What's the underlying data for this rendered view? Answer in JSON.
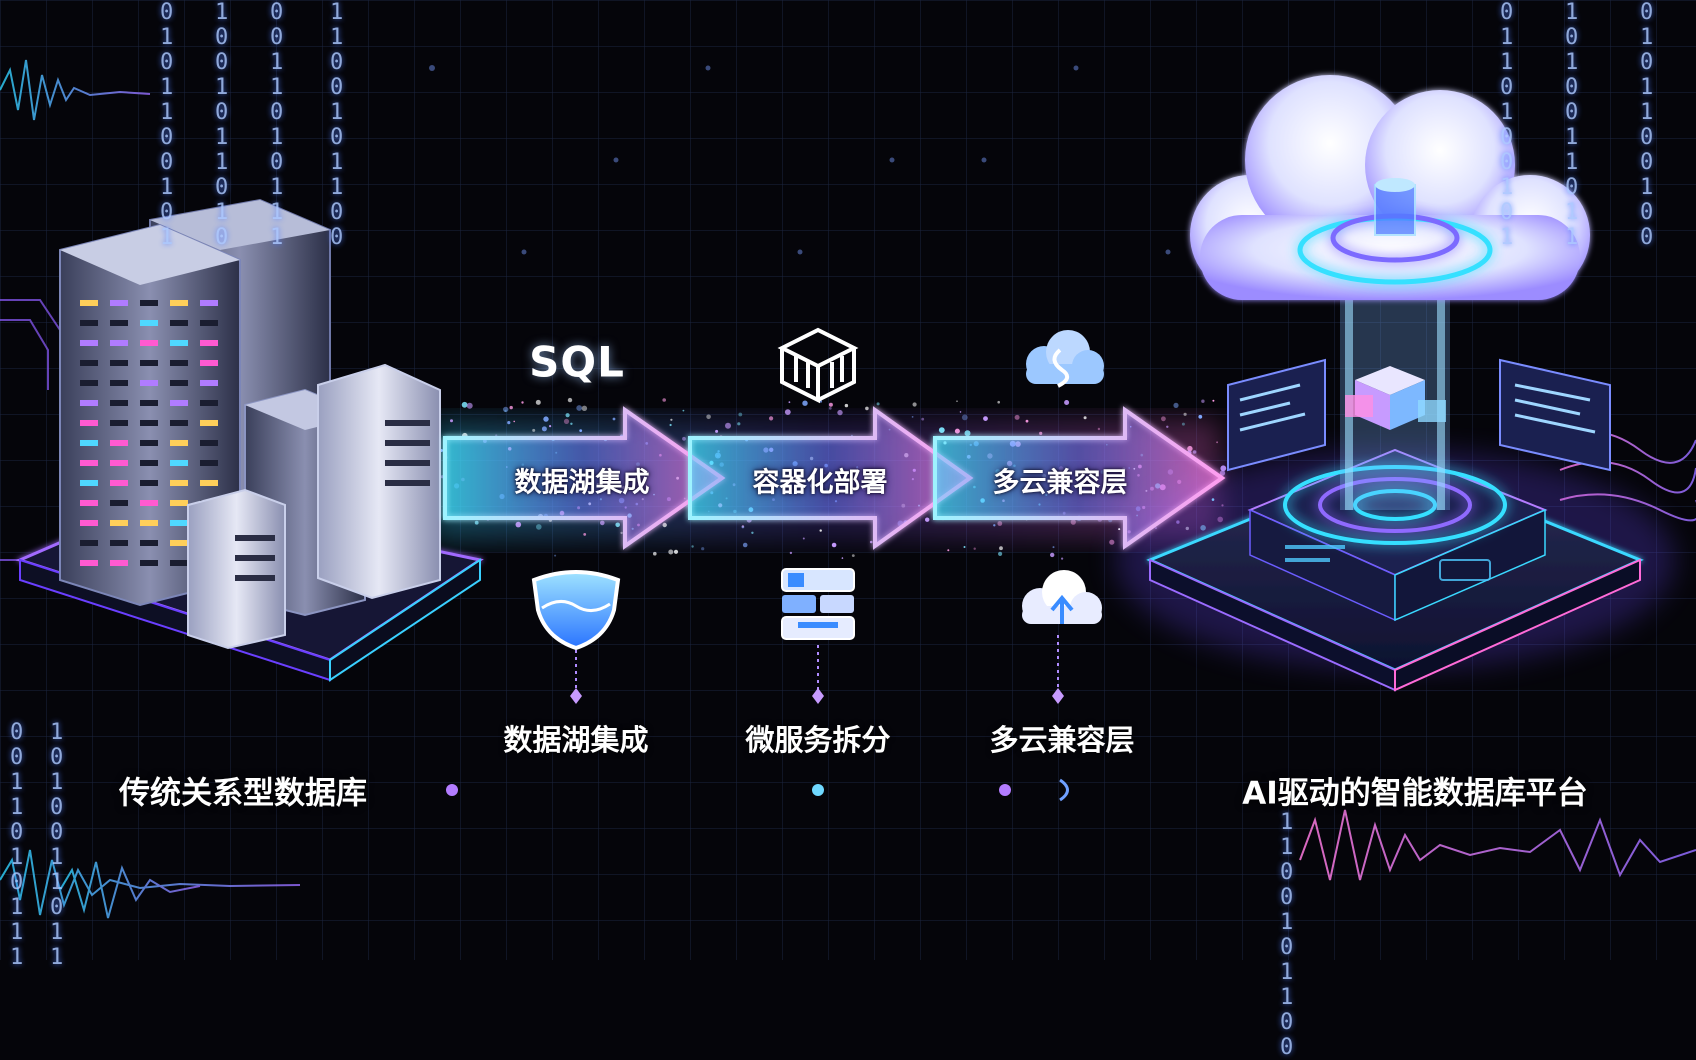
{
  "source_label": "传统关系型数据库",
  "target_label": "AI驱动的智能数据库平台",
  "top_text": "SQL",
  "arrows": [
    {
      "label": "数据湖集成"
    },
    {
      "label": "容器化部署"
    },
    {
      "label": "多云兼容层"
    }
  ],
  "top_icons": [
    "sql-text",
    "cube-icon",
    "cloud-sync-icon"
  ],
  "bottom_stages": [
    {
      "label": "数据湖集成",
      "icon": "data-lake-shield-icon"
    },
    {
      "label": "微服务拆分",
      "icon": "microservices-blocks-icon"
    },
    {
      "label": "多云兼容层",
      "icon": "cloud-upload-icon"
    }
  ],
  "colors": {
    "background": "#05050a",
    "grid": "#1c2540",
    "cyan": "#35e0ff",
    "blue": "#3b7bff",
    "purple": "#a86bff",
    "pink": "#ff6bd8",
    "text": "#ffffff"
  },
  "binary_columns": [
    "0\n1\n0\n1\n1\n0\n0\n1\n0\n1",
    "1\n0\n0\n1\n0\n1\n1\n0\n1\n0",
    "0\n0\n1\n1\n0\n1\n0\n1\n1\n1",
    "1\n1\n0\n0\n1\n0\n1\n1\n0\n0",
    "0\n1\n1\n0\n1\n0\n0\n1\n0\n1",
    "1\n0\n1\n0\n0\n1\n1\n0\n1\n1",
    "0\n1\n0\n1\n1\n0\n0\n1\n0\n0"
  ]
}
